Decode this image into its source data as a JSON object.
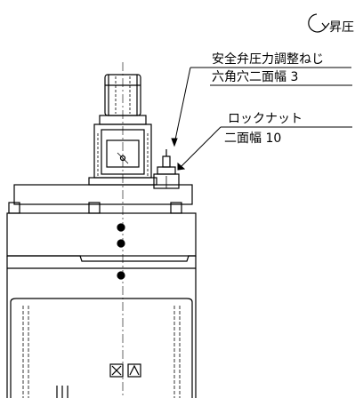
{
  "rotation": {
    "label": "昇圧"
  },
  "relief_valve": {
    "line1": "安全弁圧力調整ねじ",
    "line2": "六角穴二面幅 3"
  },
  "lock_nut": {
    "line1": "ロックナット",
    "line2": "二面幅 10"
  },
  "symbols": {
    "left_mark": "X",
    "right_mark": "A"
  },
  "colors": {
    "line": "#000000",
    "background": "#ffffff"
  }
}
